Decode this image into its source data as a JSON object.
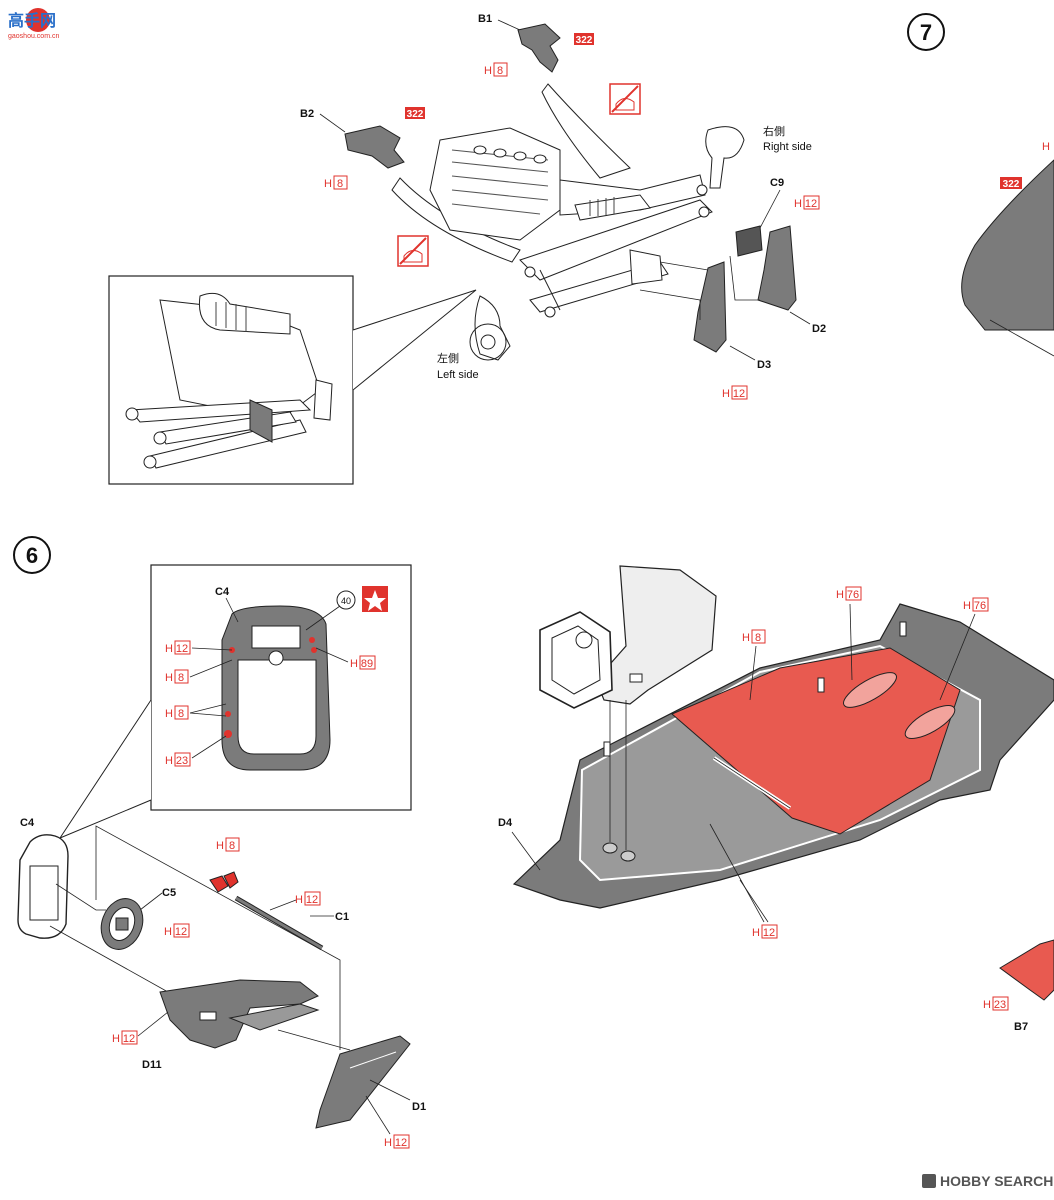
{
  "logo": {
    "name": "高手网",
    "url": "gaoshou.com.cn"
  },
  "steps": {
    "six": "6",
    "seven": "7"
  },
  "parts": {
    "b1": "B1",
    "b2": "B2",
    "c9": "C9",
    "d2": "D2",
    "d3": "D3",
    "c4": "C4",
    "c4b": "C4",
    "c5": "C5",
    "c1": "C1",
    "d11": "D11",
    "d1": "D1",
    "d4": "D4",
    "b7": "B7"
  },
  "codes": {
    "h": "H",
    "n8": "8",
    "n12": "12",
    "n23": "23",
    "n89": "89",
    "n76": "76",
    "c322": "322",
    "c40": "40"
  },
  "sides": {
    "right_jp": "右側",
    "right_en": "Right side",
    "left_jp": "左側",
    "left_en": "Left side"
  },
  "watermark": "HOBBY SEARCH",
  "colors": {
    "accent": "#e0332d",
    "part_gray": "#7b7b7b",
    "line": "#222222"
  },
  "icons": {
    "no_glue": "no-glue-icon",
    "star": "star-icon"
  }
}
